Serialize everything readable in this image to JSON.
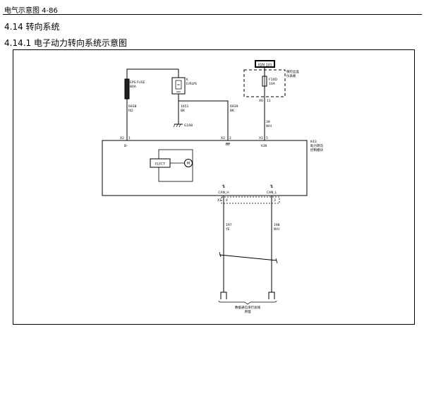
{
  "header": {
    "text": "电气示意图 4-86"
  },
  "section": {
    "title": "4.14 转向系统"
  },
  "subsection": {
    "title": "4.14.1 电子动力转向系统示意图"
  },
  "diagram": {
    "fuse_block": "IGN 1(I)",
    "fuse_block_zh_1": "保险丝盒",
    "fuse_block_zh_2": "仪表板",
    "relay_label": "K",
    "relay_name": "E/RLY6",
    "eps_fuse_name": "EPS FUSE",
    "eps_fuse_amp": "80A",
    "f10d_name": "F10D",
    "f10d_amp": "10A",
    "x6_label": "X6",
    "x6_pin": "11",
    "w1_circuit": "6938",
    "w1_color": "RD",
    "w2_circuit": "1651",
    "w2_color": "BK",
    "w3_circuit": "6939",
    "w3_color": "BK",
    "w4_circuit": "39",
    "w4_color": "WH",
    "ground_label": "G108",
    "conn_x2_a": "X2",
    "pin_1": "1",
    "conn_x2_b": "X2",
    "pin_2": "2",
    "conn_x1_a": "X1",
    "pin_5": "5",
    "pin_b_minus": "B-",
    "pin_ign": "IGN",
    "module_code": "K43",
    "module_zh_1": "助力转向",
    "module_zh_2": "控制模块",
    "elect_label": "ELECT",
    "motor_label": "M",
    "can_h": "CAN_H",
    "can_l": "CAN_L",
    "conn_x1_b": "X1",
    "pin_4": "4",
    "pin_3": "3",
    "w5_circuit": "197",
    "w5_color": "YE",
    "w6_circuit": "198",
    "w6_color": "WH",
    "bus_label_1": "数据通信串行总线",
    "bus_label_2": "原理"
  }
}
